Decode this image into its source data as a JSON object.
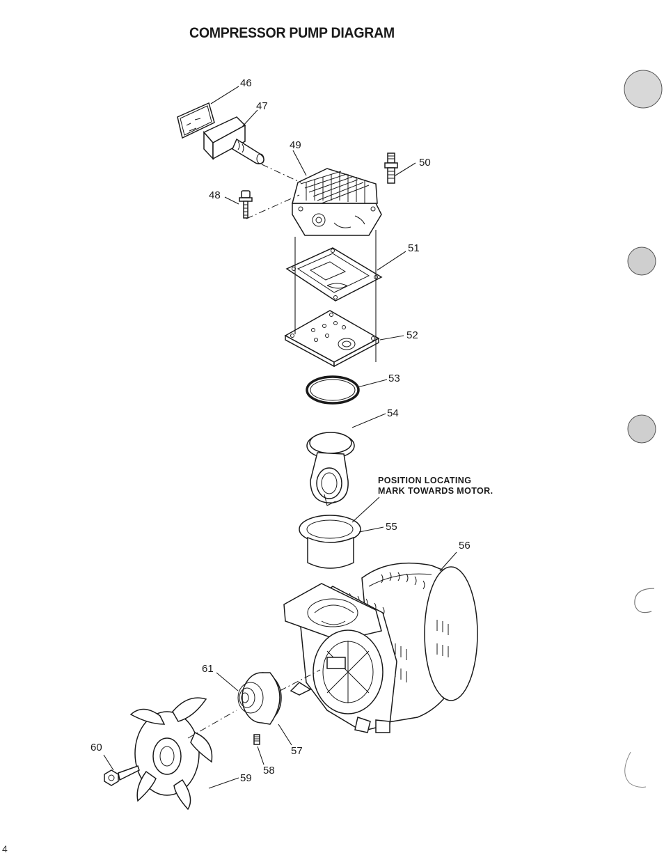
{
  "title": "COMPRESSOR PUMP DIAGRAM",
  "note": {
    "line1": "POSITION LOCATING",
    "line2": "MARK TOWARDS MOTOR."
  },
  "page_number": "4",
  "callouts": {
    "c46": "46",
    "c47": "47",
    "c48": "48",
    "c49": "49",
    "c50": "50",
    "c51": "51",
    "c52": "52",
    "c53": "53",
    "c54": "54",
    "c55": "55",
    "c56": "56",
    "c57": "57",
    "c58": "58",
    "c59": "59",
    "c60": "60",
    "c61": "61"
  }
}
